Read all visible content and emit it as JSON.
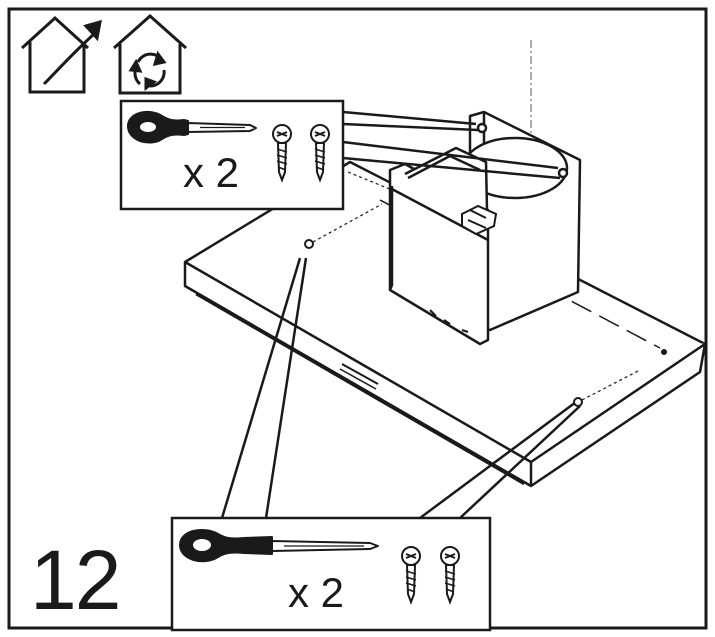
{
  "step": {
    "number": "12"
  },
  "callout_top": {
    "quantity_label": "x 2"
  },
  "callout_bottom": {
    "quantity_label": "x 2"
  },
  "icons": {
    "house_exhaust": "house-arrow-out-icon",
    "house_recirculation": "house-recirculation-icon",
    "screwdriver": "screwdriver-icon",
    "screw": "screw-icon"
  },
  "colors": {
    "ink": "#1a1a1a",
    "paper": "#ffffff"
  }
}
